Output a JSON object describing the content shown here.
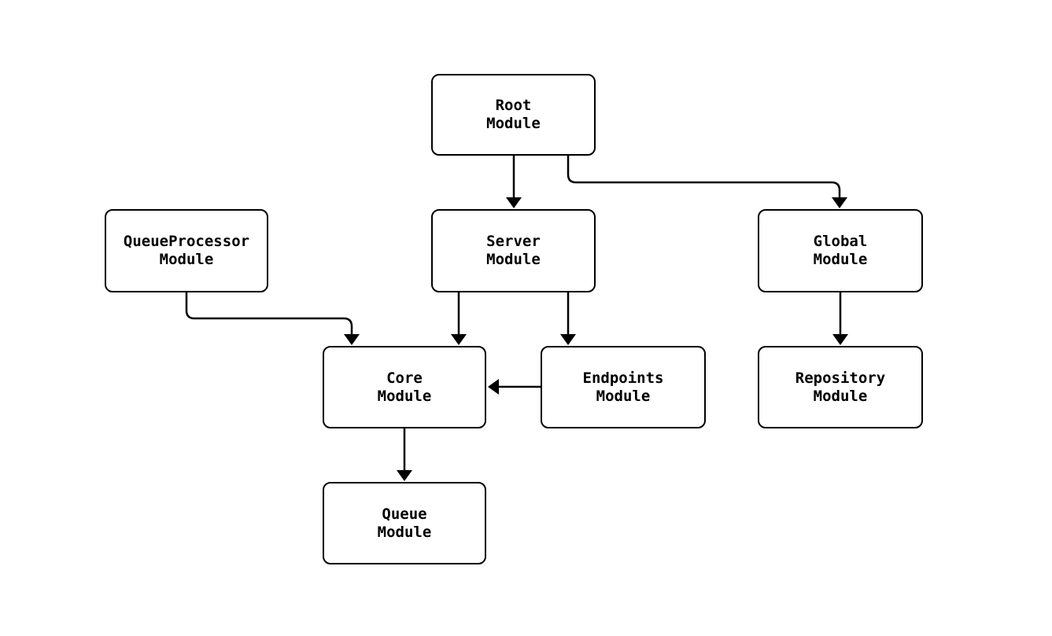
{
  "diagram": {
    "type": "module-dependency-flowchart",
    "colors": {
      "background": "#ffffff",
      "node_fill": "#ffffff",
      "node_border": "#000000",
      "text": "#000000",
      "edge": "#000000"
    },
    "nodes": [
      {
        "id": "root",
        "line1": "Root",
        "line2": "Module"
      },
      {
        "id": "queueprocessor",
        "line1": "QueueProcessor",
        "line2": "Module"
      },
      {
        "id": "server",
        "line1": "Server",
        "line2": "Module"
      },
      {
        "id": "global",
        "line1": "Global",
        "line2": "Module"
      },
      {
        "id": "core",
        "line1": "Core",
        "line2": "Module"
      },
      {
        "id": "endpoints",
        "line1": "Endpoints",
        "line2": "Module"
      },
      {
        "id": "repository",
        "line1": "Repository",
        "line2": "Module"
      },
      {
        "id": "queue",
        "line1": "Queue",
        "line2": "Module"
      }
    ],
    "edges": [
      {
        "from": "Root Module",
        "to": "Server Module"
      },
      {
        "from": "Root Module",
        "to": "Global Module"
      },
      {
        "from": "QueueProcessor Module",
        "to": "Core Module"
      },
      {
        "from": "Server Module",
        "to": "Core Module"
      },
      {
        "from": "Server Module",
        "to": "Endpoints Module"
      },
      {
        "from": "Endpoints Module",
        "to": "Core Module"
      },
      {
        "from": "Core Module",
        "to": "Queue Module"
      },
      {
        "from": "Global Module",
        "to": "Repository Module"
      }
    ]
  }
}
